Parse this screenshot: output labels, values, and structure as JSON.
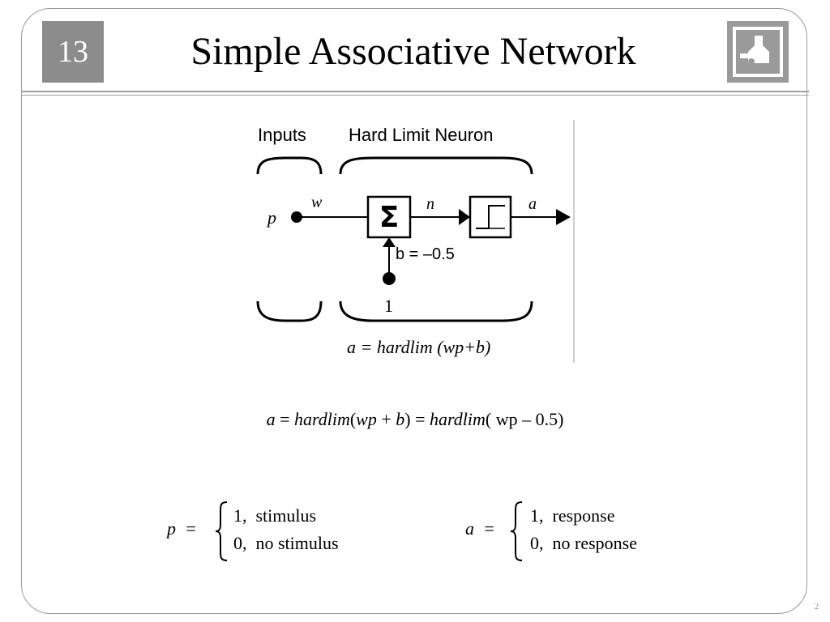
{
  "slide": {
    "chapter": "13",
    "title": "Simple Associative Network",
    "page": "2"
  },
  "diagram": {
    "inputs_label": "Inputs",
    "neuron_label": "Hard Limit Neuron",
    "input_var": "p",
    "weight": "w",
    "sum_symbol": "Σ",
    "net_input": "n",
    "output_var": "a",
    "bias_label": "b = –0.5",
    "bias_input": "1",
    "formula": "a = hardlim (wp+b)"
  },
  "equation": {
    "a": "a",
    "eq": " = ",
    "hardlim": "hardlim",
    "arg1_open": "(",
    "wp": "wp",
    "plus": " + ",
    "b": "b",
    "arg1_close": ")",
    "eq2": " = ",
    "hardlim2": "hardlim",
    "arg2": "( wp – 0.5)"
  },
  "definitions": {
    "p": {
      "lhs": "p  =",
      "case1": "1,  stimulus",
      "case2": "0,  no stimulus"
    },
    "a": {
      "lhs": "a  =",
      "case1": "1,  response",
      "case2": "0,  no response"
    }
  }
}
